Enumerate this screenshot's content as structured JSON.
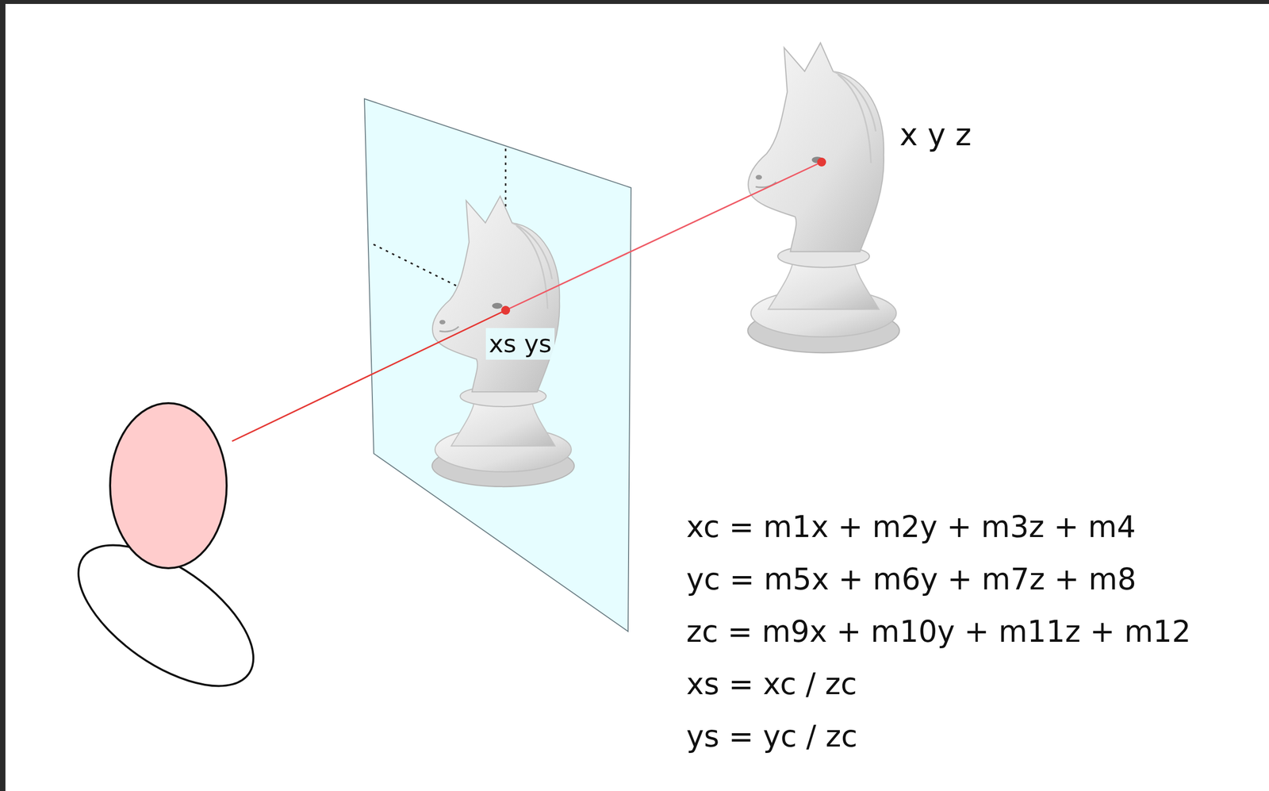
{
  "diagram": {
    "labels": [
      "x y z",
      "xs ys",
      "xc = m1x + m2y + m3z + m4",
      "yc = m5x + m6y + m7z + m8",
      "zc = m9x + m10y + m11z + m12",
      "xs = xc / zc",
      "ys = yc / zc"
    ]
  }
}
